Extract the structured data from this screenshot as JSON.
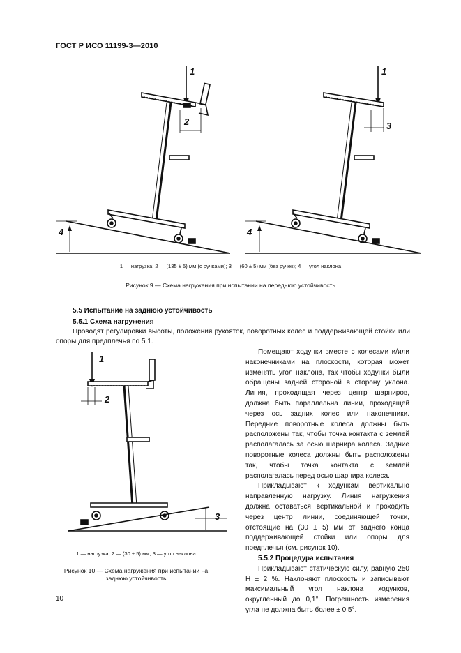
{
  "header": {
    "title": "ГОСТ Р ИСО 11199-3—2010"
  },
  "figure9": {
    "left_label_load": "1",
    "left_label_distance": "2",
    "left_label_angle": "4",
    "right_label_load": "1",
    "right_label_distance": "3",
    "right_label_angle": "4",
    "legend": "1 — нагрузка; 2 — (135 ± 5) мм (с ручками); 3 — (60 ± 5) мм (без ручек); 4 — угол наклона",
    "caption": "Рисунок 9 — Схема нагружения при испытании на переднюю устойчивость"
  },
  "section": {
    "heading": "5.5 Испытание на заднюю устойчивость",
    "sub1": "5.5.1 Схема нагружения",
    "para1": "Проводят регулировки высоты, положения рукояток, поворотных колес и поддерживающей стойки или опоры для предплечья по 5.1.",
    "para2": "Помещают ходунки вместе с колесами и/или наконечниками на плоскости, которая может изменять угол наклона, так чтобы ходунки были обращены задней стороной в сторону уклона. Линия, проходящая через центр шарниров, должна быть параллельна линии, проходящей через ось задних колес или наконечники. Передние поворотные колеса должны быть расположены так, чтобы точка контакта с землей располагалась за осью шарнира колеса. Задние поворотные колеса должны быть расположены так, чтобы точка контакта с землей располагалась перед осью шарнира колеса.",
    "para3": "Прикладывают к ходункам вертикально направленную нагрузку. Линия нагружения должна оставаться вертикальной и проходить через центр линии, соединяющей точки, отстоящие на (30 ± 5) мм от заднего конца поддерживающей стойки или опоры для предплечья (см. рисунок 10).",
    "sub2": "5.5.2 Процедура испытания",
    "para4": "Прикладывают статическую силу, равную 250 Н ± 2 %. Наклоняют плоскость и записывают максимальный угол наклона ходунков, округленный до 0,1°. Погрешность измерения угла не должна быть более ± 0,5°."
  },
  "figure10": {
    "label_load": "1",
    "label_distance": "2",
    "label_angle": "3",
    "legend": "1 — нагрузка; 2 — (30 ± 5) мм; 3 — угол наклона",
    "caption": "Рисунок 10 — Схема нагружения при испытании на заднюю устойчивость"
  },
  "page_number": "10"
}
